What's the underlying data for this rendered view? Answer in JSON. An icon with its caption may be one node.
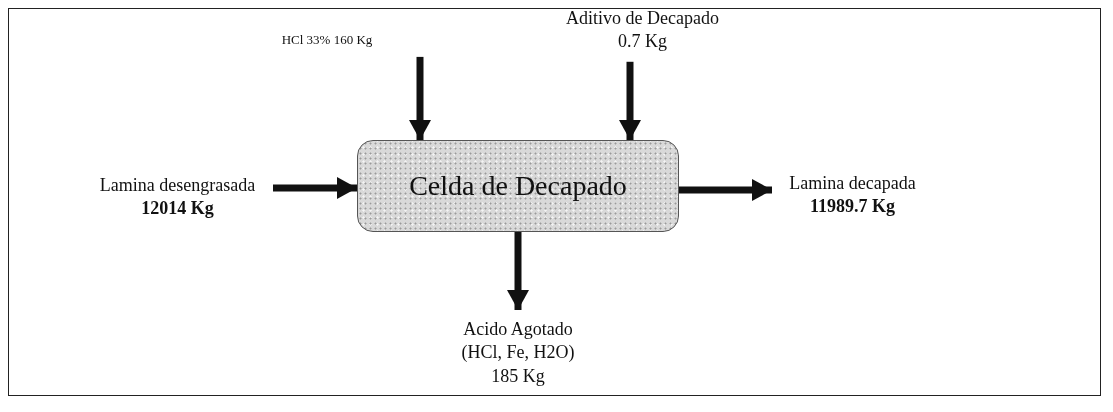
{
  "diagram": {
    "nodes": [
      {
        "text": [
          "Lamina desengrasada **12014  Kg**"
        ]
      },
      {
        "text": [
          "HCl 33%  160 Kg"
        ]
      },
      {
        "text": [
          "Aditivo de Decapado 0.7 Kg"
        ]
      },
      {
        "text": [
          "Celda de Decapado"
        ]
      },
      {
        "text": [
          "Lamina decapada **11989.7 Kg**"
        ]
      },
      {
        "text": [
          "Acido Agotado (HCl, Fe, H2O) 185 Kg"
        ]
      }
    ],
    "edges": [
      {
        "from": 0,
        "to": 3,
        "arrow": "to"
      },
      {
        "from": 1,
        "to": 3,
        "arrow": "to"
      },
      {
        "from": 2,
        "to": 3,
        "arrow": "to"
      },
      {
        "from": 3,
        "to": 4,
        "arrow": "to"
      },
      {
        "from": 3,
        "to": 5,
        "arrow": "to"
      }
    ]
  }
}
